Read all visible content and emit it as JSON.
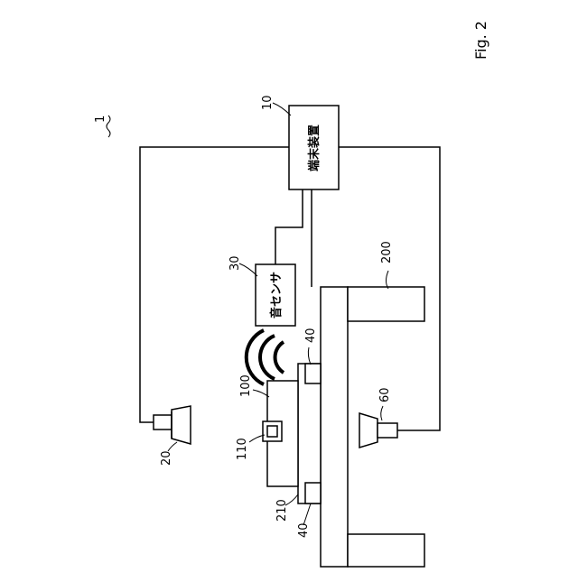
{
  "figure": {
    "fig_label": "Fig. 2",
    "system_ref": "1",
    "components": {
      "terminal": {
        "ref": "10",
        "label": "端末装置"
      },
      "camera_upper": {
        "ref": "20"
      },
      "sound_sensor": {
        "ref": "30",
        "label": "音センサ"
      },
      "spacer_top": {
        "ref": "40"
      },
      "spacer_bottom": {
        "ref": "40"
      },
      "camera_lower": {
        "ref": "60"
      },
      "workpiece": {
        "ref": "100"
      },
      "inner_part": {
        "ref": "110"
      },
      "table": {
        "ref": "200"
      },
      "plate": {
        "ref": "210"
      }
    }
  }
}
